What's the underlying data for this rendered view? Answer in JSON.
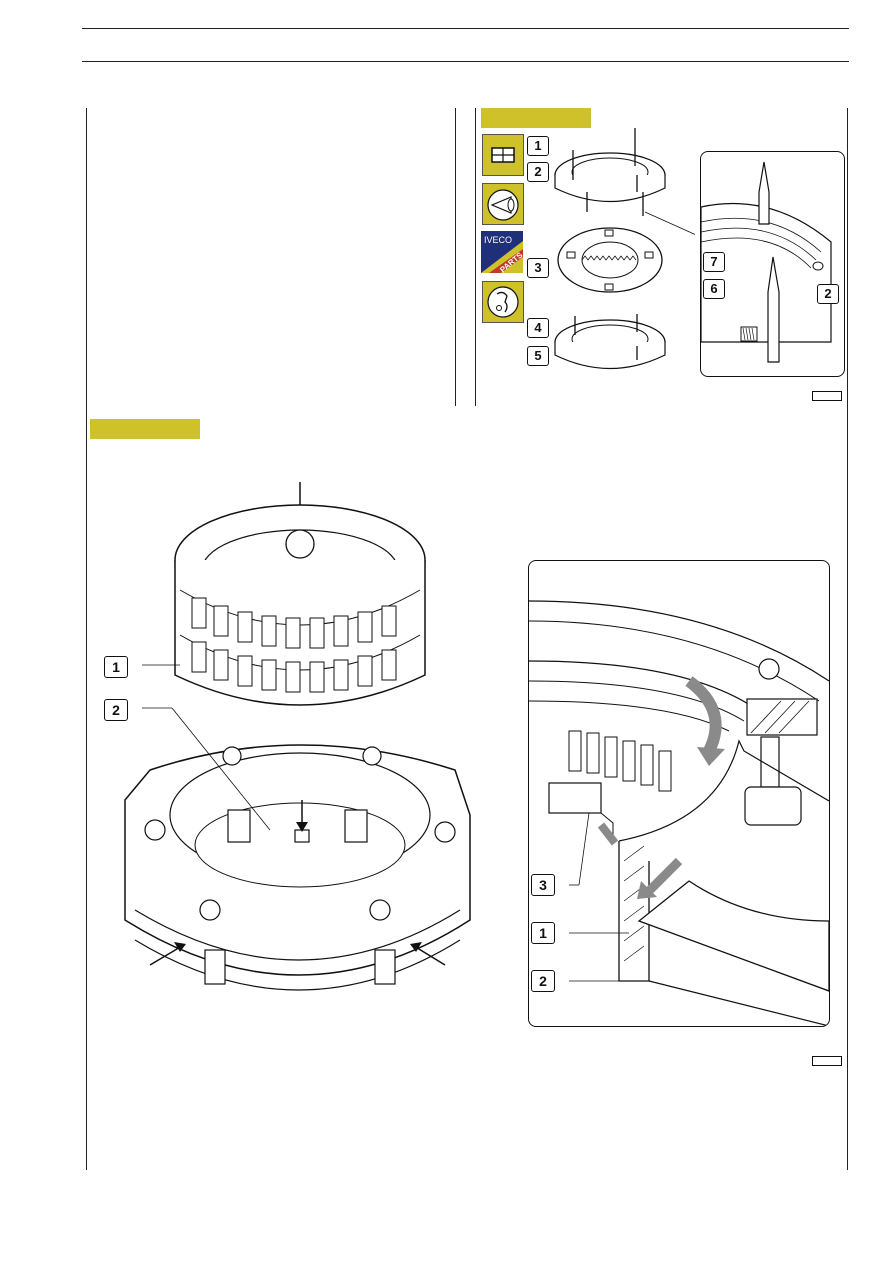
{
  "left_panel": {
    "text": ""
  },
  "figure_top": {
    "icons": [
      "exploded-view-icon",
      "visual-inspection-icon",
      "iveco-parts-icon",
      "lubrication-icon"
    ],
    "iveco_brand": "IVECO",
    "iveco_parts": "PARTS",
    "callouts": [
      "1",
      "2",
      "3",
      "4",
      "5",
      "7",
      "6",
      "2"
    ]
  },
  "figure_main": {
    "callouts_left": [
      "1",
      "2"
    ],
    "callouts_right": [
      "3",
      "1",
      "2"
    ]
  }
}
